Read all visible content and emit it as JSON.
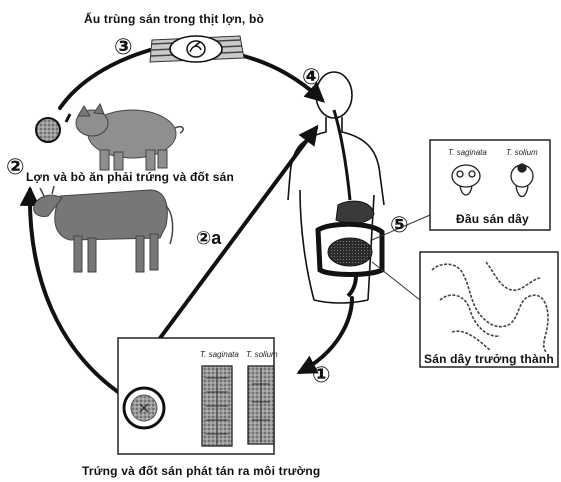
{
  "labels": {
    "larva_title": "Ấu trùng sán trong thịt lợn, bò",
    "host_eggs": "Lợn và bò ăn phải trứng và đốt sán",
    "scolex_caption": "Đầu sán dây",
    "adult_caption": "Sán dây trưởng thành",
    "env_caption": "Trứng và đốt sán phát tán ra môi trường"
  },
  "steps": {
    "s1": "①",
    "s2": "②",
    "s2a": "②a",
    "s3": "③",
    "s4": "④",
    "s5": "⑤"
  },
  "species": {
    "saginata": "T. saginata",
    "solium": "T. solium"
  }
}
